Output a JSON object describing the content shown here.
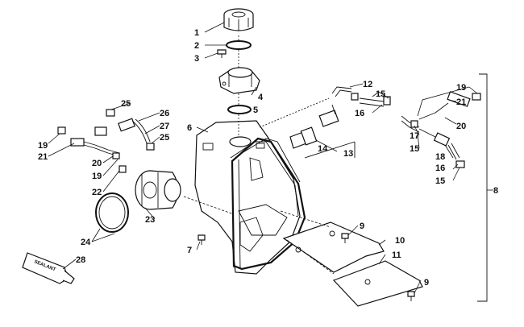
{
  "callouts": [
    "1",
    "2",
    "3",
    "4",
    "5",
    "6",
    "7",
    "8",
    "9",
    "9",
    "10",
    "11",
    "12",
    "13",
    "14",
    "15",
    "15",
    "15",
    "16",
    "16",
    "17",
    "18",
    "19",
    "19",
    "19",
    "20",
    "20",
    "21",
    "21",
    "22",
    "23",
    "24",
    "25",
    "25",
    "26",
    "27",
    "28"
  ],
  "sealant_tube_label": "SEALANT"
}
